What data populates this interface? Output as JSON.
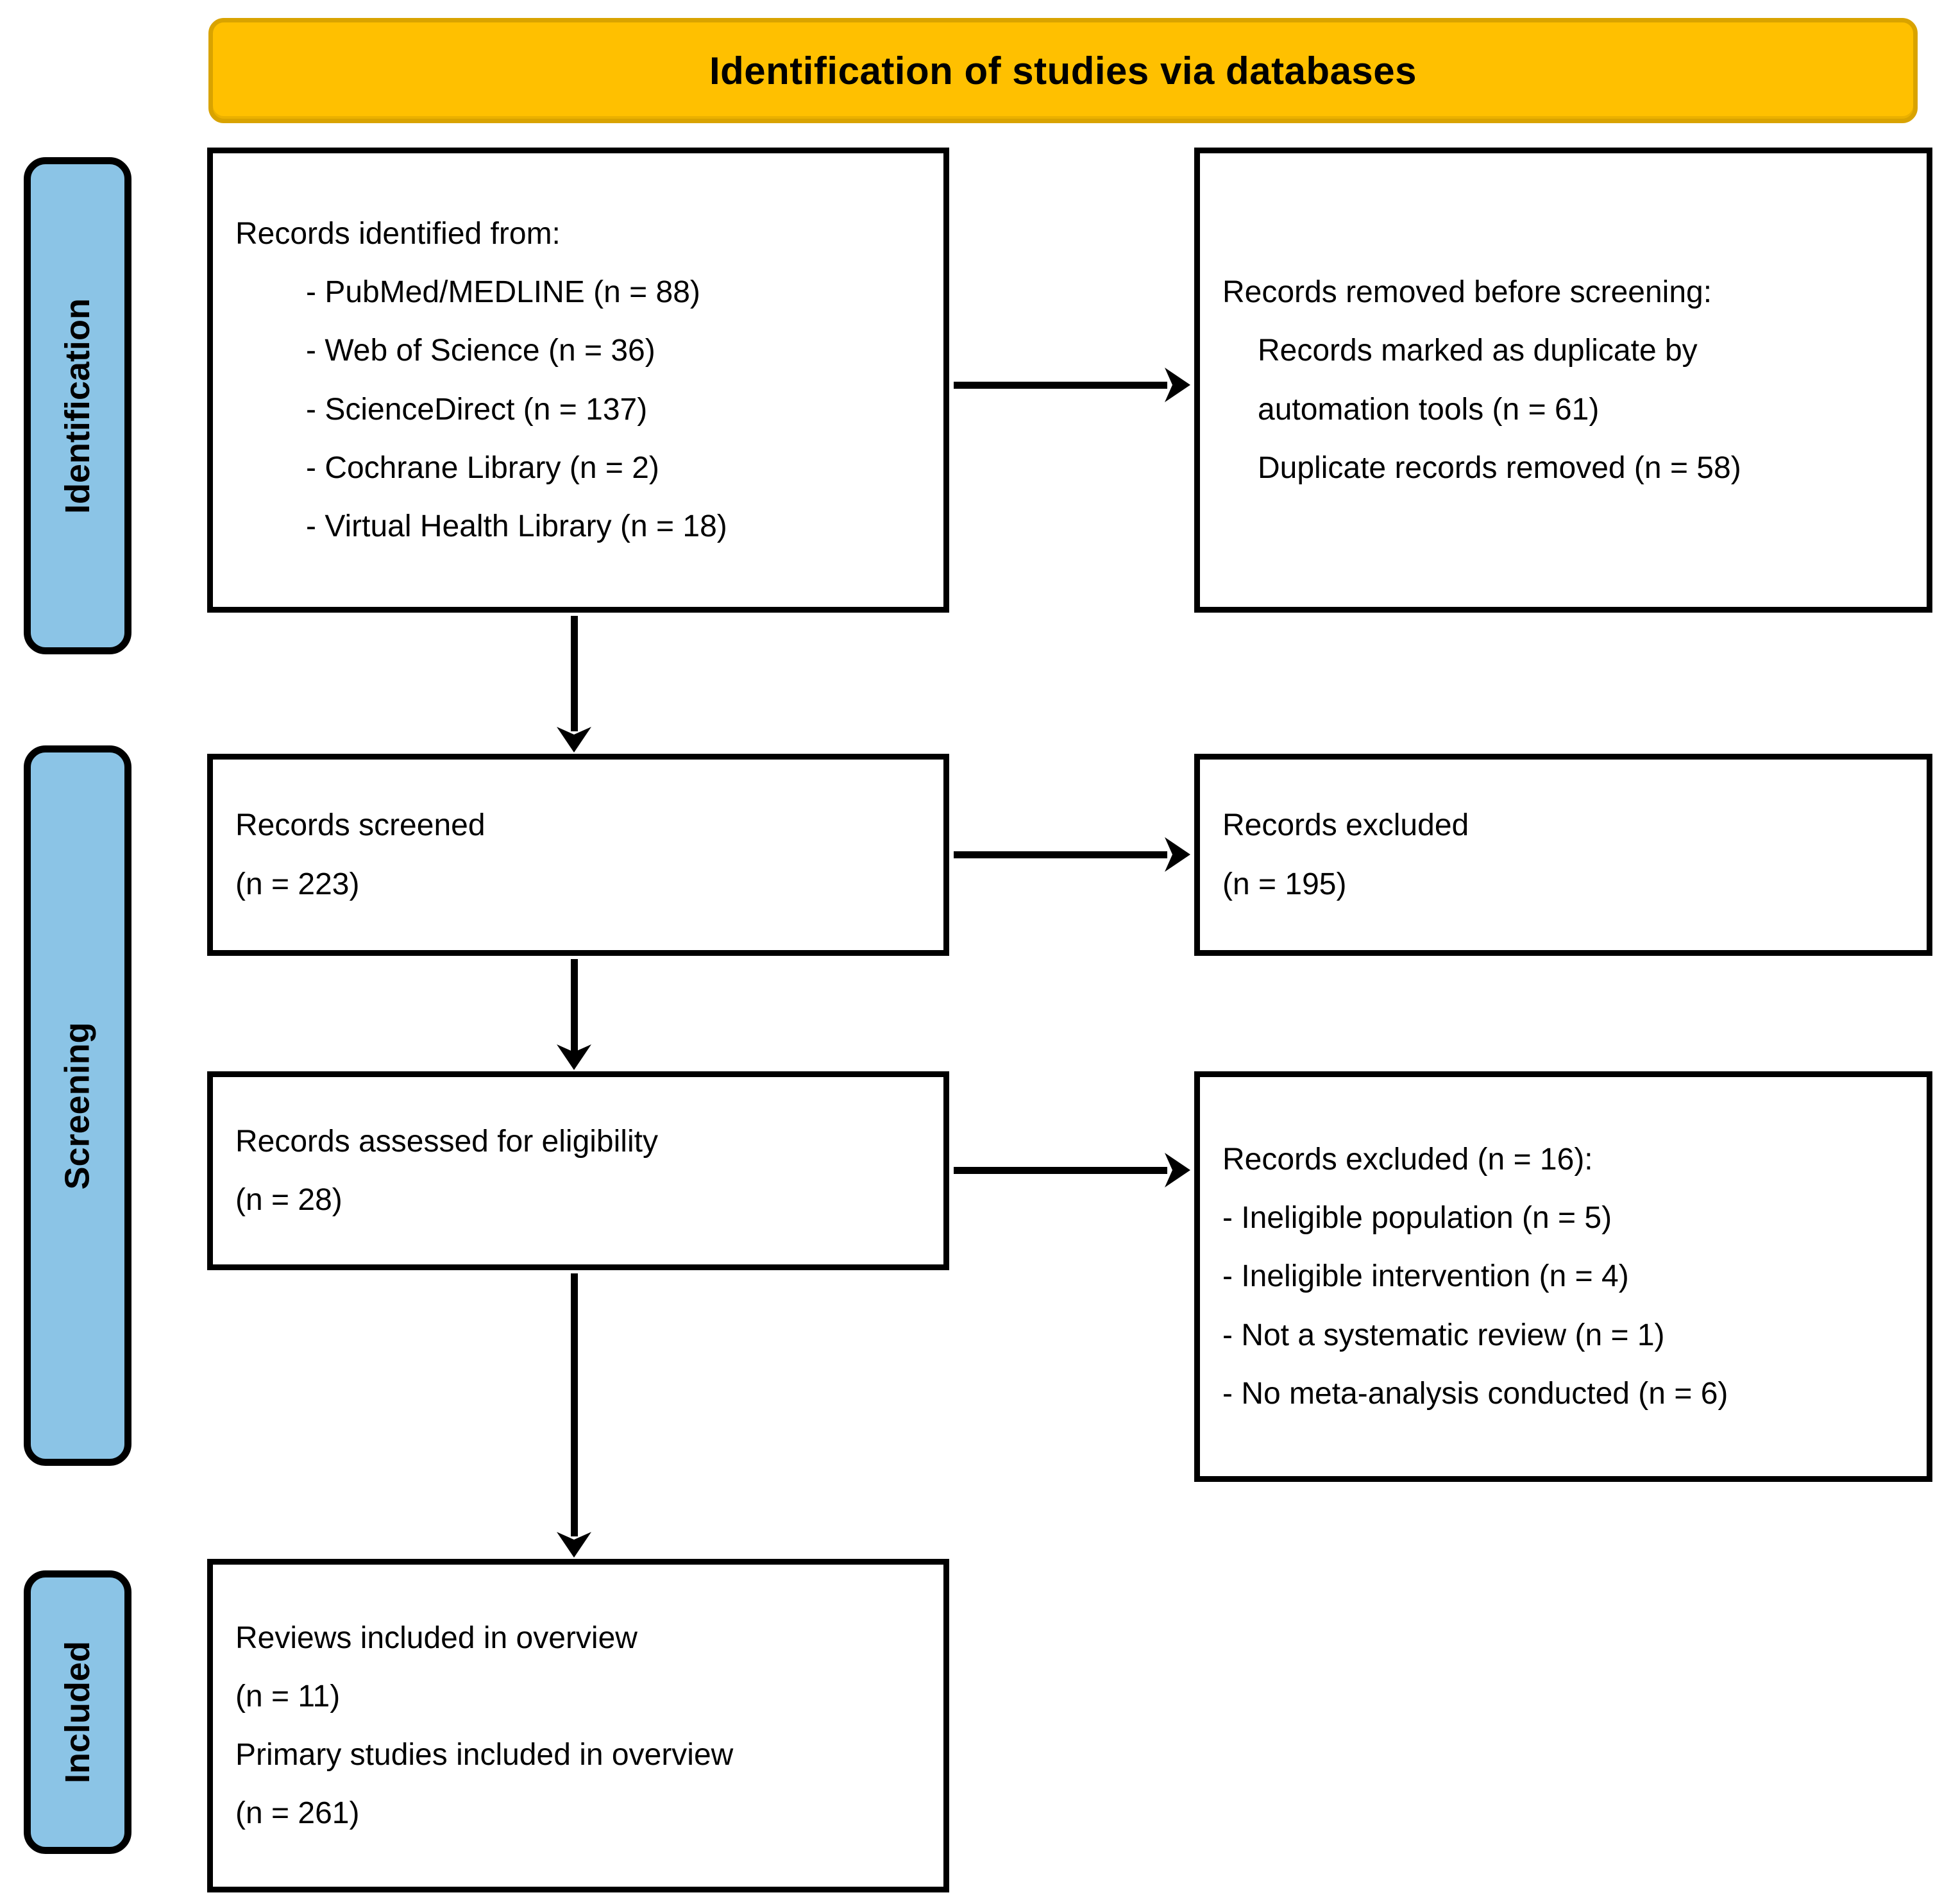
{
  "title": "Identification of studies via databases",
  "colors": {
    "header_bg": "#FFC000",
    "header_border": "#D9A300",
    "stage_bg": "#8BC4E6",
    "line": "#000000",
    "box_bg": "#FFFFFF"
  },
  "stages": [
    {
      "label": "Identification"
    },
    {
      "label": "Screening"
    },
    {
      "label": "Included"
    }
  ],
  "boxes": {
    "identified": {
      "intro": "Records identified from:",
      "items": [
        "- PubMed/MEDLINE (n = 88)",
        "- Web of Science (n = 36)",
        "- ScienceDirect (n = 137)",
        "- Cochrane Library (n = 2)",
        "- Virtual Health Library (n = 18)"
      ]
    },
    "removed": {
      "intro": "Records removed before screening:",
      "items": [
        "Records marked as duplicate by automation tools (n = 61)",
        "Duplicate records removed (n = 58)"
      ]
    },
    "screened": {
      "lines": [
        "Records screened",
        "(n = 223)"
      ]
    },
    "excluded_screening": {
      "lines": [
        "Records excluded",
        "(n = 195)"
      ]
    },
    "assessed": {
      "lines": [
        "Records assessed for eligibility",
        "(n = 28)"
      ]
    },
    "excluded_eligibility": {
      "intro": "Records excluded (n = 16):",
      "items": [
        "- Ineligible population (n = 5)",
        "- Ineligible intervention (n = 4)",
        "- Not a systematic review (n = 1)",
        "- No meta-analysis conducted (n = 6)"
      ]
    },
    "included": {
      "lines": [
        "Reviews included in overview",
        "(n = 11)",
        "Primary studies included in overview",
        "(n = 261)"
      ]
    }
  }
}
